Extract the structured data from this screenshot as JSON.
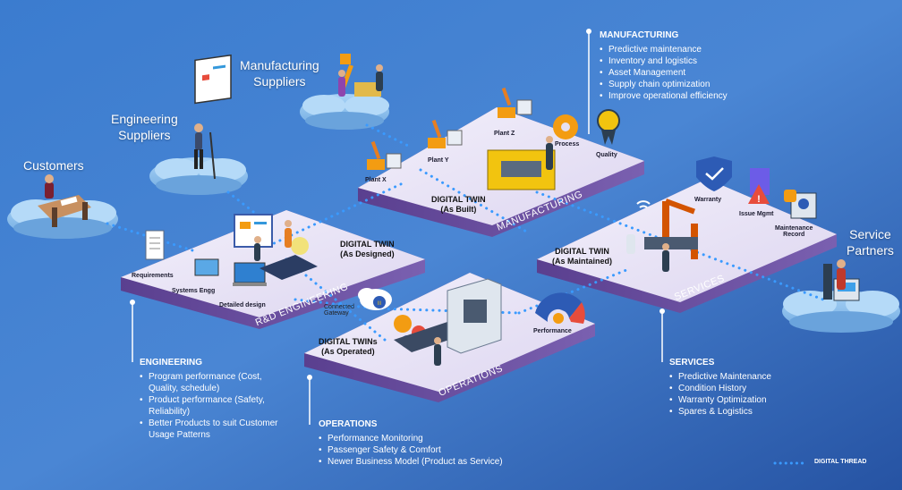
{
  "people": {
    "customers": "Customers",
    "engineering_suppliers": [
      "Engineering",
      "Suppliers"
    ],
    "manufacturing_suppliers": [
      "Manufacturing",
      "Suppliers"
    ],
    "service_partners": [
      "Service",
      "Partners"
    ]
  },
  "platforms": {
    "rnd": "R&D ENGINEERING",
    "manufacturing": "MANUFACTURING",
    "services": "SERVICES",
    "operations": "OPERATIONS"
  },
  "twins": {
    "designed": [
      "DIGITAL TWIN",
      "(As Designed)"
    ],
    "built": [
      "DIGITAL TWIN",
      "(As Built)"
    ],
    "maintained": [
      "DIGITAL TWIN",
      "(As Maintained)"
    ],
    "operated": [
      "DIGITAL TWINs",
      "(As Operated)"
    ]
  },
  "small_labels": {
    "requirements": "Requirements",
    "systems_engg": "Systems Engg",
    "detailed_design": "Detailed design",
    "plant_x": "Plant X",
    "plant_y": "Plant Y",
    "plant_z": "Plant Z",
    "process": "Process",
    "quality": "Quality",
    "warranty": "Warranty",
    "issue_mgmt": "Issue Mgmt",
    "maintenance_record": [
      "Maintenance",
      "Record"
    ],
    "connected_gateway": [
      "Connected",
      "Gateway"
    ],
    "performance": "Performance"
  },
  "blocks": {
    "manufacturing": {
      "title": "MANUFACTURING",
      "items": [
        "Predictive maintenance",
        "Inventory and logistics",
        "Asset Management",
        "Supply chain optimization",
        "Improve operational efficiency"
      ]
    },
    "engineering": {
      "title": "ENGINEERING",
      "items": [
        "Program performance (Cost, Quality, schedule)",
        "Product performance (Safety, Reliability)",
        "Better Products to suit Customer Usage Patterns"
      ]
    },
    "operations": {
      "title": "OPERATIONS",
      "items": [
        "Performance Monitoring",
        "Passenger Safety & Comfort",
        "Newer Business Model (Product as Service)"
      ]
    },
    "services": {
      "title": "SERVICES",
      "items": [
        "Predictive Maintenance",
        "Condition History",
        "Warranty Optimization",
        "Spares & Logistics"
      ]
    }
  },
  "legend": {
    "label": "DIGITAL THREAD"
  },
  "colors": {
    "bg_top": "#3f7fd0",
    "bg_bottom": "#2a58a8",
    "platform_top": "#ebe6f7",
    "platform_side": "#6a4f9e",
    "cloud": "#8fc3f0",
    "thread": "#3a9aff",
    "accent_orange": "#f39c12",
    "accent_yellow": "#f2c40f"
  }
}
